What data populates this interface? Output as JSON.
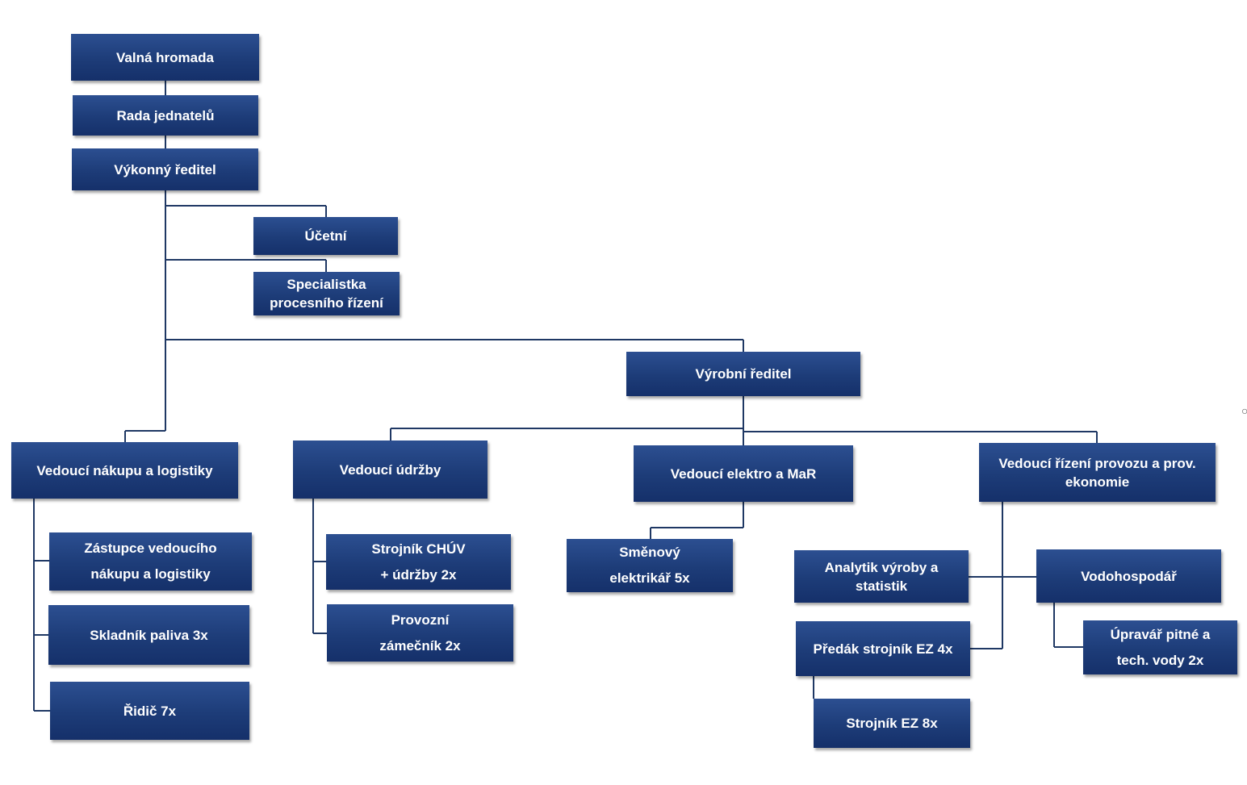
{
  "nodes": {
    "valna_hromada": "Valná hromada",
    "rada_jednatelu": "Rada jednatelů",
    "vykonny_reditel": "Výkonný ředitel",
    "ucetni": "Účetní",
    "specialistka": "Specialistka\nprocesního řízení",
    "vyrobni_reditel": "Výrobní ředitel",
    "vedouci_nakupu": "Vedoucí nákupu a logistiky",
    "vedouci_udrzby": "Vedoucí údržby",
    "vedouci_elektro": "Vedoucí elektro a MaR",
    "vedouci_rizeni": "Vedoucí řízení provozu a prov.\nekonomie",
    "zastupce": "Zástupce vedoucího\nnákupu a logistiky",
    "skladnik": "Skladník paliva 3x",
    "ridic": "Řidič 7x",
    "strojnik_chuv": "Strojník CHÚV\n+ údržby 2x",
    "provozni_zamecnik": "Provozní\nzámečník 2x",
    "smenovy_elektrikar": "Směnový\nelektrikář 5x",
    "analytik": "Analytik výroby a\nstatistik",
    "vodohospodar": "Vodohospodář",
    "predak": "Předák strojník EZ 4x",
    "strojnik_ez": "Strojník EZ 8x",
    "upravar": "Úpravář pitné a\ntech. vody 2x"
  },
  "colors": {
    "box_fill": "#1d3c78",
    "connector": "#1f3864",
    "text": "#ffffff"
  }
}
